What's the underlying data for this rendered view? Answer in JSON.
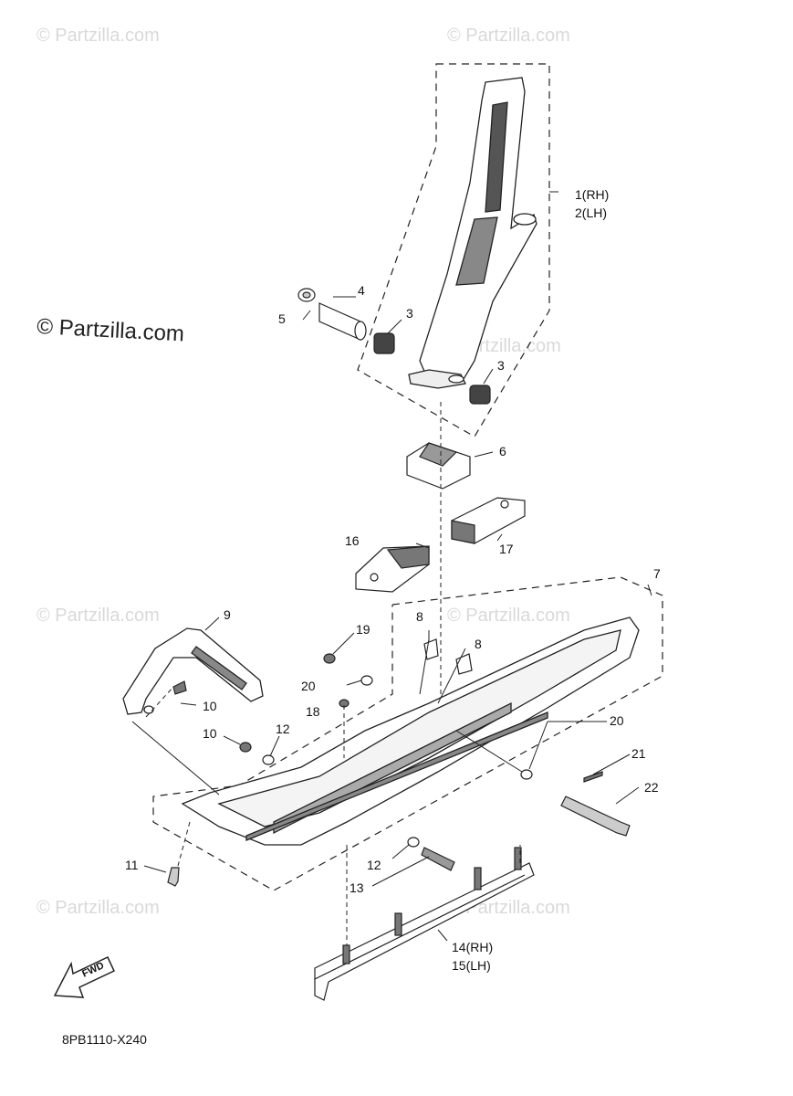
{
  "watermarks": {
    "main": "© Partzilla.com",
    "faint": "© Partzilla.com"
  },
  "diagram_code": "8PB1110-X240",
  "fwd_label": "FWD",
  "callouts": {
    "c1": "1(RH)",
    "c2": "2(LH)",
    "c3a": "3",
    "c3b": "3",
    "c4": "4",
    "c5": "5",
    "c6": "6",
    "c7": "7",
    "c8a": "8",
    "c8b": "8",
    "c9": "9",
    "c10a": "10",
    "c10b": "10",
    "c11": "11",
    "c12a": "12",
    "c12b": "12",
    "c13": "13",
    "c14": "14(RH)",
    "c15": "15(LH)",
    "c16": "16",
    "c17": "17",
    "c18": "18",
    "c19": "19",
    "c20a": "20",
    "c20b": "20",
    "c21": "21",
    "c22": "22"
  },
  "colors": {
    "line": "#222222",
    "watermark": "#d9d9d9",
    "shade": "#555555"
  }
}
